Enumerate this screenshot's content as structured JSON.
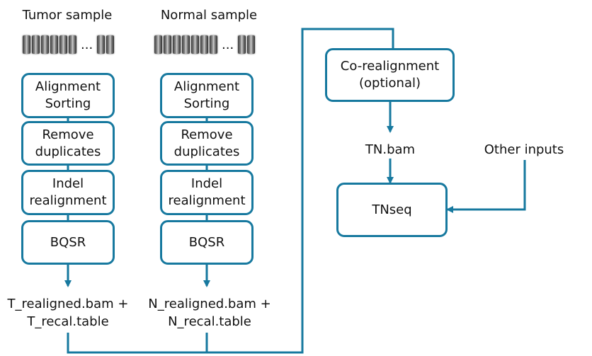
{
  "tumor": {
    "title": "Tumor sample",
    "steps": [
      {
        "line1": "Alignment",
        "line2": "Sorting"
      },
      {
        "line1": "Remove",
        "line2": "duplicates"
      },
      {
        "line1": "Indel",
        "line2": "realignment"
      },
      {
        "line1": "BQSR",
        "line2": ""
      }
    ],
    "output1": "T_realigned.bam +",
    "output2": "T_recal.table"
  },
  "normal": {
    "title": "Normal sample",
    "steps": [
      {
        "line1": "Alignment",
        "line2": "Sorting"
      },
      {
        "line1": "Remove",
        "line2": "duplicates"
      },
      {
        "line1": "Indel",
        "line2": "realignment"
      },
      {
        "line1": "BQSR",
        "line2": ""
      }
    ],
    "output1": "N_realigned.bam +",
    "output2": "N_recal.table"
  },
  "reads_ellipsis": "...",
  "corealign": {
    "line1": "Co-realignment",
    "line2": "(optional)"
  },
  "tn_bam": "TN.bam",
  "other_inputs": "Other inputs",
  "tnseq": "TNseq",
  "colors": {
    "accent": "#17799f"
  }
}
